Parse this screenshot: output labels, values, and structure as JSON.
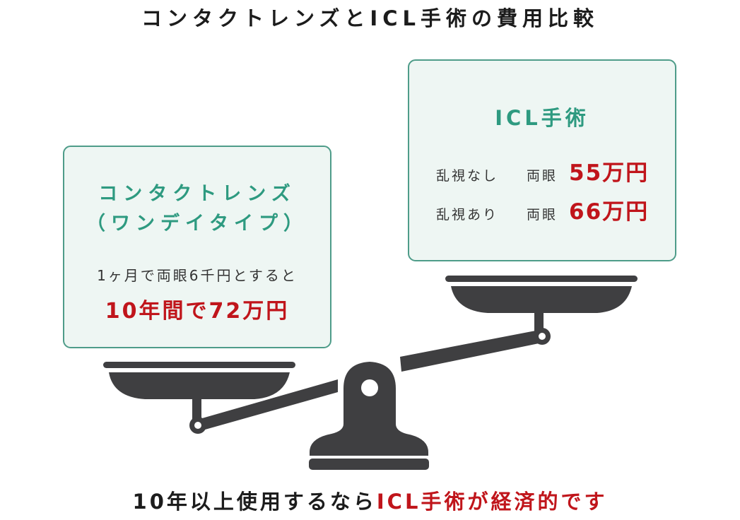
{
  "title": "コンタクトレンズとICL手術の費用比較",
  "contact_lens": {
    "heading_line1": "コンタクトレンズ",
    "heading_line2": "（ワンデイタイプ）",
    "assumption": "1ヶ月で両眼6千円とすると",
    "total": "10年間で72万円"
  },
  "icl": {
    "heading": "ICL手術",
    "rows": [
      {
        "label": "乱視なし",
        "eyes": "両眼",
        "price": "55万円"
      },
      {
        "label": "乱視あり",
        "eyes": "両眼",
        "price": "66万円"
      }
    ]
  },
  "footer": {
    "normal": "10年以上使用するなら",
    "highlight": "ICL手術が経済的です"
  },
  "colors": {
    "teal": "#2e9a80",
    "red": "#c0151b",
    "box_bg": "#eef6f3",
    "box_border": "#4e9c89",
    "scale": "#3f3f41"
  },
  "scale_icon": "balance-scale-icon"
}
